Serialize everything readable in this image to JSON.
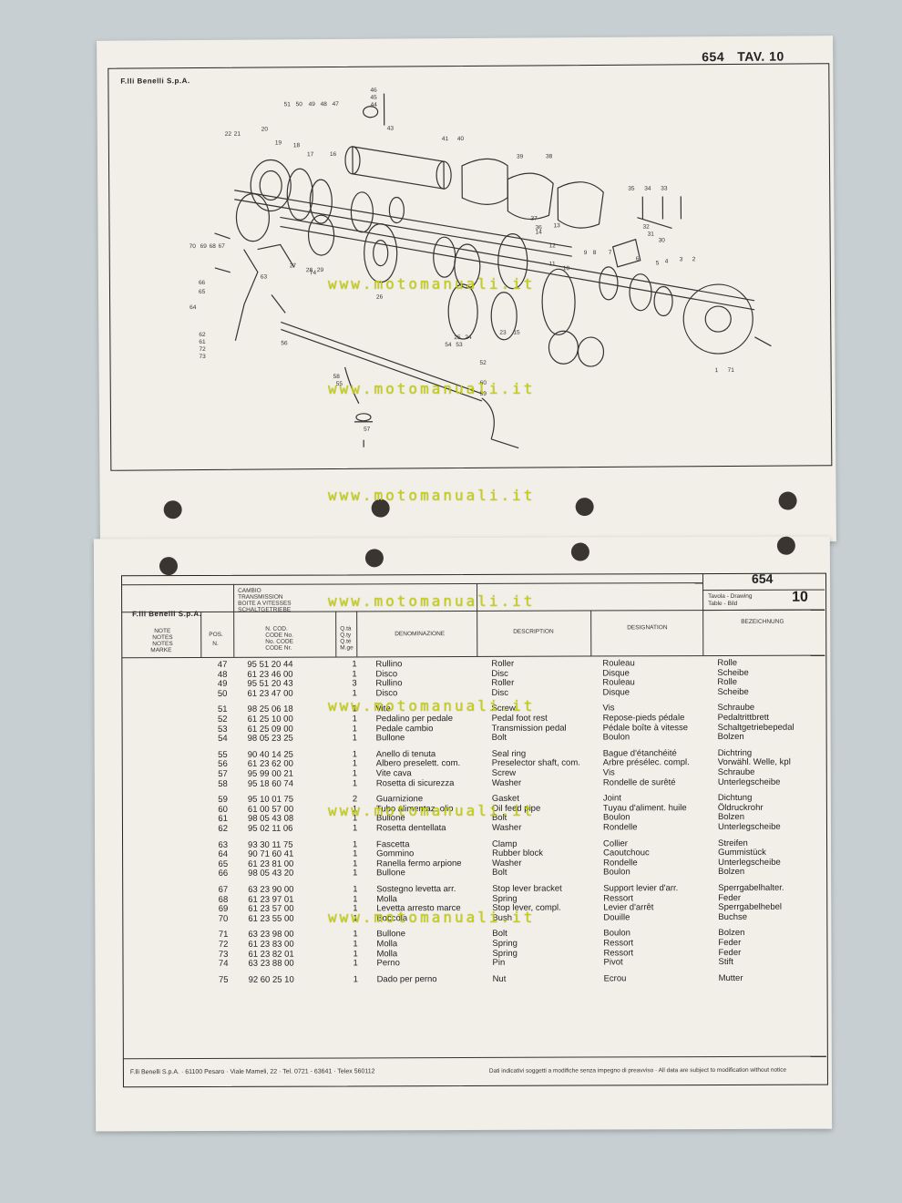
{
  "top_sheet": {
    "brand": "F.lli Benelli S.p.A.",
    "code": "654",
    "tav": "TAV. 10"
  },
  "watermark": "www.motomanuali.it",
  "callouts": [
    "22",
    "21",
    "20",
    "19",
    "18",
    "17",
    "16",
    "51",
    "50",
    "49",
    "48",
    "47",
    "46",
    "45",
    "44",
    "43",
    "41",
    "40",
    "39",
    "38",
    "37",
    "36",
    "35",
    "34",
    "33",
    "32",
    "31",
    "30",
    "29",
    "28",
    "27",
    "26",
    "25",
    "24",
    "23",
    "15",
    "14",
    "13",
    "12",
    "11",
    "10",
    "9",
    "8",
    "7",
    "6",
    "5",
    "4",
    "3",
    "2",
    "1",
    "71",
    "70",
    "69",
    "68",
    "67",
    "66",
    "65",
    "64",
    "63",
    "62",
    "61",
    "72",
    "73",
    "74",
    "56",
    "55",
    "54",
    "53",
    "52",
    "60",
    "59",
    "58",
    "57"
  ],
  "bottom_sheet": {
    "brand": "F.lli Benelli S.p.A.",
    "group_labels": [
      "CAMBIO",
      "TRANSMISSION",
      "BOITE A VITESSES",
      "SCHALTGETRIEBE"
    ],
    "code": "654",
    "tavola_label": "Tavola - Drawing",
    "table_label": "Table - Bild",
    "tavola_num": "10",
    "headers": {
      "notes": [
        "NOTE",
        "NOTES",
        "NOTES",
        "MARKE"
      ],
      "pos": [
        "POS.",
        "N."
      ],
      "code": [
        "N. COD.",
        "CODE No.",
        "No. CODE",
        "CODE Nr."
      ],
      "qty": [
        "Q.tà",
        "Q.ty",
        "Q.té",
        "M.ge"
      ],
      "denominazione": "DENOMINAZIONE",
      "description": "DESCRIPTION",
      "designation": "DESIGNATION",
      "bezeichnung": "BEZEICHNUNG"
    },
    "rows": [
      {
        "pos": "47",
        "code": "95 51 20 44",
        "qty": "1",
        "it": "Rullino",
        "en": "Roller",
        "fr": "Rouleau",
        "de": "Rolle",
        "gap": 0
      },
      {
        "pos": "48",
        "code": "61 23 46 00",
        "qty": "1",
        "it": "Disco",
        "en": "Disc",
        "fr": "Disque",
        "de": "Scheibe",
        "gap": 0
      },
      {
        "pos": "49",
        "code": "95 51 20 43",
        "qty": "3",
        "it": "Rullino",
        "en": "Roller",
        "fr": "Rouleau",
        "de": "Rolle",
        "gap": 0
      },
      {
        "pos": "50",
        "code": "61 23 47 00",
        "qty": "1",
        "it": "Disco",
        "en": "Disc",
        "fr": "Disque",
        "de": "Scheibe",
        "gap": 0
      },
      {
        "pos": "51",
        "code": "98 25 06 18",
        "qty": "1",
        "it": "Vite",
        "en": "Screw",
        "fr": "Vis",
        "de": "Schraube",
        "gap": 1
      },
      {
        "pos": "52",
        "code": "61 25 10 00",
        "qty": "1",
        "it": "Pedalino per pedale",
        "en": "Pedal foot rest",
        "fr": "Repose-pieds pédale",
        "de": "Pedaltrittbrett",
        "gap": 0
      },
      {
        "pos": "53",
        "code": "61 25 09 00",
        "qty": "1",
        "it": "Pedale cambio",
        "en": "Transmission pedal",
        "fr": "Pédale boîte à vitesse",
        "de": "Schaltgetriebepedal",
        "gap": 0
      },
      {
        "pos": "54",
        "code": "98 05 23 25",
        "qty": "1",
        "it": "Bullone",
        "en": "Bolt",
        "fr": "Boulon",
        "de": "Bolzen",
        "gap": 0
      },
      {
        "pos": "55",
        "code": "90 40 14 25",
        "qty": "1",
        "it": "Anello di tenuta",
        "en": "Seal ring",
        "fr": "Bague d'étanchéité",
        "de": "Dichtring",
        "gap": 1
      },
      {
        "pos": "56",
        "code": "61 23 62 00",
        "qty": "1",
        "it": "Albero preselett. com.",
        "en": "Preselector shaft, com.",
        "fr": "Arbre présélec. compl.",
        "de": "Vorwähl. Welle, kpl",
        "gap": 0
      },
      {
        "pos": "57",
        "code": "95 99 00 21",
        "qty": "1",
        "it": "Vite cava",
        "en": "Screw",
        "fr": "Vis",
        "de": "Schraube",
        "gap": 0
      },
      {
        "pos": "58",
        "code": "95 18 60 74",
        "qty": "1",
        "it": "Rosetta di sicurezza",
        "en": "Washer",
        "fr": "Rondelle de surêté",
        "de": "Unterlegscheibe",
        "gap": 0
      },
      {
        "pos": "59",
        "code": "95 10 01 75",
        "qty": "2",
        "it": "Guarnizione",
        "en": "Gasket",
        "fr": "Joint",
        "de": "Dichtung",
        "gap": 1
      },
      {
        "pos": "60",
        "code": "61 00 57 00",
        "qty": "1",
        "it": "Tubo alimentaz. olio",
        "en": "Oil feed pipe",
        "fr": "Tuyau d'aliment. huile",
        "de": "Öldruckrohr",
        "gap": 0
      },
      {
        "pos": "61",
        "code": "98 05 43 08",
        "qty": "1",
        "it": "Bullone",
        "en": "Bolt",
        "fr": "Boulon",
        "de": "Bolzen",
        "gap": 0
      },
      {
        "pos": "62",
        "code": "95 02 11 06",
        "qty": "1",
        "it": "Rosetta dentellata",
        "en": "Washer",
        "fr": "Rondelle",
        "de": "Unterlegscheibe",
        "gap": 0
      },
      {
        "pos": "63",
        "code": "93 30 11 75",
        "qty": "1",
        "it": "Fascetta",
        "en": "Clamp",
        "fr": "Collier",
        "de": "Streifen",
        "gap": 1
      },
      {
        "pos": "64",
        "code": "90 71 60 41",
        "qty": "1",
        "it": "Gommino",
        "en": "Rubber block",
        "fr": "Caoutchouc",
        "de": "Gummistück",
        "gap": 0
      },
      {
        "pos": "65",
        "code": "61 23 81 00",
        "qty": "1",
        "it": "Ranella fermo arpione",
        "en": "Washer",
        "fr": "Rondelle",
        "de": "Unterlegscheibe",
        "gap": 0
      },
      {
        "pos": "66",
        "code": "98 05 43 20",
        "qty": "1",
        "it": "Bullone",
        "en": "Bolt",
        "fr": "Boulon",
        "de": "Bolzen",
        "gap": 0
      },
      {
        "pos": "67",
        "code": "63 23 90 00",
        "qty": "1",
        "it": "Sostegno levetta arr.",
        "en": "Stop lever bracket",
        "fr": "Support levier d'arr.",
        "de": "Sperrgabelhalter.",
        "gap": 1
      },
      {
        "pos": "68",
        "code": "61 23 97 01",
        "qty": "1",
        "it": "Molla",
        "en": "Spring",
        "fr": "Ressort",
        "de": "Feder",
        "gap": 0
      },
      {
        "pos": "69",
        "code": "61 23 57 00",
        "qty": "1",
        "it": "Levetta arresto marce",
        "en": "Stop lever, compl.",
        "fr": "Levier d'arrêt",
        "de": "Sperrgabelhebel",
        "gap": 0
      },
      {
        "pos": "70",
        "code": "61 23 55 00",
        "qty": "1",
        "it": "Boccola",
        "en": "Bush",
        "fr": "Douille",
        "de": "Buchse",
        "gap": 0
      },
      {
        "pos": "71",
        "code": "63 23 98 00",
        "qty": "1",
        "it": "Bullone",
        "en": "Bolt",
        "fr": "Boulon",
        "de": "Bolzen",
        "gap": 1
      },
      {
        "pos": "72",
        "code": "61 23 83 00",
        "qty": "1",
        "it": "Molla",
        "en": "Spring",
        "fr": "Ressort",
        "de": "Feder",
        "gap": 0
      },
      {
        "pos": "73",
        "code": "61 23 82 01",
        "qty": "1",
        "it": "Molla",
        "en": "Spring",
        "fr": "Ressort",
        "de": "Feder",
        "gap": 0
      },
      {
        "pos": "74",
        "code": "63 23 88 00",
        "qty": "1",
        "it": "Perno",
        "en": "Pin",
        "fr": "Pivot",
        "de": "Stift",
        "gap": 0
      },
      {
        "pos": "75",
        "code": "92 60 25 10",
        "qty": "1",
        "it": "Dado per perno",
        "en": "Nut",
        "fr": "Ecrou",
        "de": "Mutter",
        "gap": 1
      }
    ],
    "footer_left": "F.lli Benelli S.p.A.  ·  61100 Pesaro  ·  Viale Mameli, 22  ·  Tel. 0721 - 63641  ·  Telex 560112",
    "footer_right": "Dati indicativi soggetti a modifiche senza impegno di preavviso  ·  All data are subject to modification without notice"
  },
  "colors": {
    "paper": "#f2efe8",
    "ink": "#222222",
    "watermark": "#c8d400",
    "background": "#c7cfd3"
  }
}
